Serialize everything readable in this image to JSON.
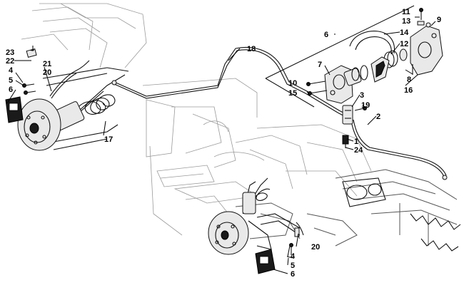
{
  "diagram": {
    "callouts": {
      "c1": "1",
      "c2": "2",
      "c3": "3",
      "c4a": "4",
      "c4b": "4",
      "c5a": "5",
      "c5b": "5",
      "c6a": "6",
      "c6b": "6",
      "c6c": "6",
      "c7": "7",
      "c8": "8",
      "c9": "9",
      "c10": "10",
      "c11": "11",
      "c12": "12",
      "c13": "13",
      "c14": "14",
      "c15": "15",
      "c16": "16",
      "c17": "17",
      "c18": "18",
      "c19": "19",
      "c20a": "20",
      "c20b": "20",
      "c21": "21",
      "c22": "22",
      "c23": "23",
      "c24": "24"
    }
  }
}
